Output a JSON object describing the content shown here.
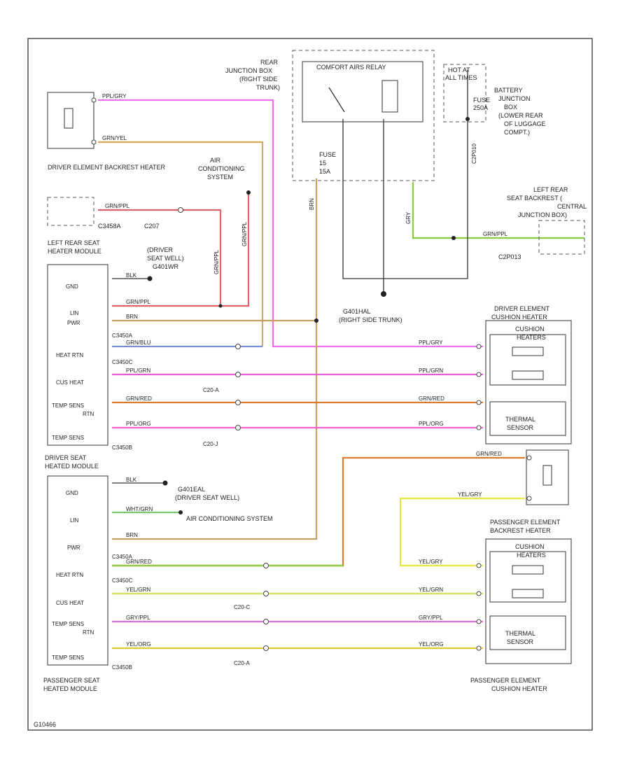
{
  "diagram_code": "G10466",
  "colors": {
    "pk_gry": "#f06ef0",
    "gry_yel": "#d9a85a",
    "gry_ppl": "#e0606a",
    "brn": "#c8a060",
    "gry_blu": "#7a8cd6",
    "ppl_grn": "#e85ad6",
    "gry_red": "#e07a2a",
    "ppl_org": "#f060d0",
    "wht_grn": "#7ec870",
    "gry_grn": "#88cc44",
    "yel_gry": "#e6e640",
    "yel_grn": "#d8e05a",
    "gry_ppl2": "#e070d8",
    "yel_org": "#e8c830",
    "line_black": "#333333"
  },
  "components": {
    "driver_backrest": "DRIVER ELEMENT BACKREST HEATER",
    "ac_system_top": [
      "AIR",
      "CONDITIONING",
      "SYSTEM"
    ],
    "rear_jb": [
      "REAR",
      "JUNCTION BOX",
      "(RIGHT SIDE",
      "TRUNK)"
    ],
    "relay": "COMFORT AIRS RELAY",
    "fuse_15a": [
      "FUSE",
      "15",
      "15A"
    ],
    "hot_at": [
      "HOT AT",
      "ALL TIMES"
    ],
    "fuse_250a": [
      "FUSE",
      "250A"
    ],
    "battery_jb": [
      "BATTERY",
      "JUNCTION",
      "BOX",
      "(LOWER REAR",
      "OF LUGGAGE",
      "COMPT.)"
    ],
    "left_rear_backrest": [
      "LEFT REAR",
      "SEAT BACKREST (",
      "CENTRAL",
      "JUNCTION BOX)"
    ],
    "left_rear_module": [
      "LEFT REAR SEAT",
      "HEATER MODULE"
    ],
    "driver_seat_well": [
      "(DRIVER",
      "SEAT WELL)",
      "G401WR"
    ],
    "ground_trunk": [
      "G401HAL",
      "(RIGHT SIDE TRUNK)"
    ],
    "driver_cushion": [
      "DRIVER ELEMENT",
      "CUSHION HEATER"
    ],
    "cushion_heaters": [
      "CUSHION",
      "HEATERS"
    ],
    "thermal_sensor": [
      "THERMAL",
      "SENSOR"
    ],
    "driver_module": [
      "DRIVER SEAT",
      "HEATED MODULE"
    ],
    "ground_driver_well": [
      "G401EAL",
      "(DRIVER SEAT WELL)"
    ],
    "ac_system_mid": "AIR CONDITIONING SYSTEM",
    "passenger_backrest": [
      "PASSENGER ELEMENT",
      "BACKREST HEATER"
    ],
    "passenger_module": [
      "PASSENGER SEAT",
      "HEATED MODULE"
    ],
    "passenger_cushion": [
      "PASSENGER ELEMENT",
      "CUSHION HEATER"
    ]
  },
  "connectors": {
    "c3458a_top": "C3458A",
    "c207": "C207",
    "c3450a": "C3450A",
    "c3450c": "C3450C",
    "c3450b": "C3450B",
    "c3450a_2": "C3450A",
    "c3450c_2": "C3450C",
    "c3450b_2": "C3450B",
    "c20_a": "C20-A",
    "c20_j": "C20-J",
    "c20_c": "C20-C",
    "c20_a2": "C20-A",
    "c2p010": "C2P010",
    "c2p013": "C2P013"
  },
  "pins": {
    "gnd": "GND",
    "lin": "LIN",
    "pwr": "PWR",
    "heat_rtn": "HEAT RTN",
    "cus_heat": "CUS HEAT",
    "temp_sens_rtn": [
      "TEMP SENS",
      "RTN"
    ],
    "temp_sens": "TEMP SENS"
  },
  "wires": {
    "pk_gry": "PPL/GRY",
    "gry_yel": "GRN/YEL",
    "gry_ppl": "GRN/PPL",
    "brn_short": "BRN",
    "gry_blu": "GRN/BLU",
    "ppl_grn": "PPL/GRN",
    "gry_red": "GRN/RED",
    "ppl_org": "PPL/ORG",
    "blk": "BLK",
    "wht_grn": "WHT/GRN",
    "yel_gry": "YEL/GRY",
    "yel_grn": "YEL/GRN",
    "gry_ppl2": "GRY/PPL",
    "yel_org": "YEL/ORG",
    "gry_grn": "GRN/PPL",
    "vert_brn": "BRN",
    "vert_gryppl": "GRN/PPL",
    "vert_gry": "GRY"
  }
}
